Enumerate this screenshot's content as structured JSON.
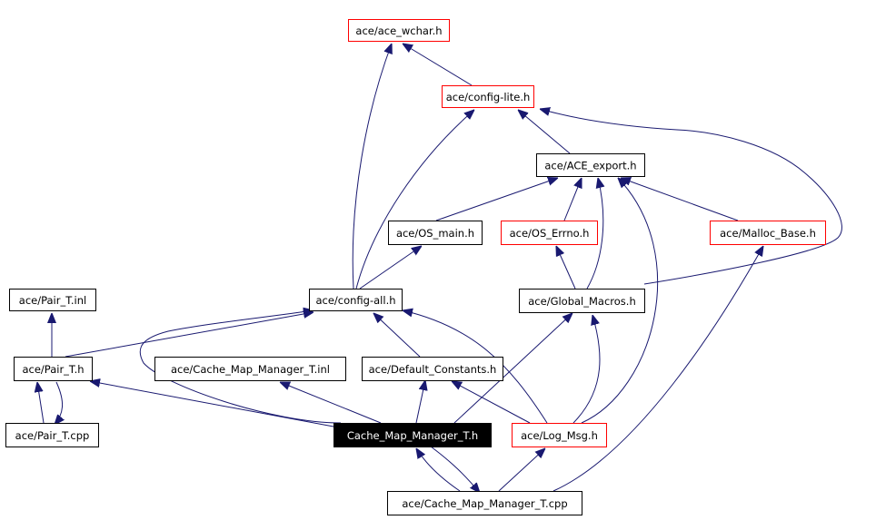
{
  "diagram": {
    "type": "include-dependency-graph",
    "colors": {
      "edge": "#191970",
      "arrowhead": "#191970",
      "node_border_default": "#000000",
      "node_border_truncated": "#ff0000",
      "node_fill_default": "#ffffff",
      "node_fill_focus": "#000000",
      "text_default": "#000000",
      "text_focus": "#ffffff"
    },
    "nodes": [
      {
        "id": "wchar",
        "label": "ace/ace_wchar.h",
        "style": "truncated"
      },
      {
        "id": "configlite",
        "label": "ace/config-lite.h",
        "style": "truncated"
      },
      {
        "id": "aceexport",
        "label": "ace/ACE_export.h",
        "style": "normal"
      },
      {
        "id": "osmain",
        "label": "ace/OS_main.h",
        "style": "normal"
      },
      {
        "id": "oserrno",
        "label": "ace/OS_Errno.h",
        "style": "truncated"
      },
      {
        "id": "mallocbase",
        "label": "ace/Malloc_Base.h",
        "style": "truncated"
      },
      {
        "id": "pairinl",
        "label": "ace/Pair_T.inl",
        "style": "normal"
      },
      {
        "id": "configall",
        "label": "ace/config-all.h",
        "style": "normal"
      },
      {
        "id": "globalmacros",
        "label": "ace/Global_Macros.h",
        "style": "normal"
      },
      {
        "id": "pairh",
        "label": "ace/Pair_T.h",
        "style": "normal"
      },
      {
        "id": "cmminl",
        "label": "ace/Cache_Map_Manager_T.inl",
        "style": "normal"
      },
      {
        "id": "defconst",
        "label": "ace/Default_Constants.h",
        "style": "normal"
      },
      {
        "id": "paircpp",
        "label": "ace/Pair_T.cpp",
        "style": "normal"
      },
      {
        "id": "cmmh",
        "label": "Cache_Map_Manager_T.h",
        "style": "focus"
      },
      {
        "id": "logmsg",
        "label": "ace/Log_Msg.h",
        "style": "truncated"
      },
      {
        "id": "cmmcpp",
        "label": "ace/Cache_Map_Manager_T.cpp",
        "style": "normal"
      }
    ],
    "edges": [
      {
        "from": "configlite",
        "to": "wchar"
      },
      {
        "from": "configall",
        "to": "wchar"
      },
      {
        "from": "configall",
        "to": "configlite"
      },
      {
        "from": "aceexport",
        "to": "configlite"
      },
      {
        "from": "globalmacros",
        "to": "configlite"
      },
      {
        "from": "oserrno",
        "to": "aceexport"
      },
      {
        "from": "osmain",
        "to": "aceexport"
      },
      {
        "from": "mallocbase",
        "to": "aceexport"
      },
      {
        "from": "globalmacros",
        "to": "aceexport"
      },
      {
        "from": "logmsg",
        "to": "aceexport"
      },
      {
        "from": "configall",
        "to": "osmain"
      },
      {
        "from": "globalmacros",
        "to": "oserrno"
      },
      {
        "from": "pairh",
        "to": "pairinl"
      },
      {
        "from": "pairh",
        "to": "configall"
      },
      {
        "from": "cmmh",
        "to": "configall"
      },
      {
        "from": "defconst",
        "to": "configall"
      },
      {
        "from": "logmsg",
        "to": "configall"
      },
      {
        "from": "paircpp",
        "to": "pairh"
      },
      {
        "from": "pairh",
        "to": "paircpp"
      },
      {
        "from": "cmmh",
        "to": "pairh"
      },
      {
        "from": "cmmh",
        "to": "cmminl"
      },
      {
        "from": "cmmh",
        "to": "defconst"
      },
      {
        "from": "logmsg",
        "to": "defconst"
      },
      {
        "from": "cmmh",
        "to": "globalmacros"
      },
      {
        "from": "logmsg",
        "to": "globalmacros"
      },
      {
        "from": "cmmcpp",
        "to": "cmmh"
      },
      {
        "from": "cmmh",
        "to": "cmmcpp"
      },
      {
        "from": "cmmcpp",
        "to": "logmsg"
      },
      {
        "from": "cmmcpp",
        "to": "mallocbase"
      }
    ]
  }
}
